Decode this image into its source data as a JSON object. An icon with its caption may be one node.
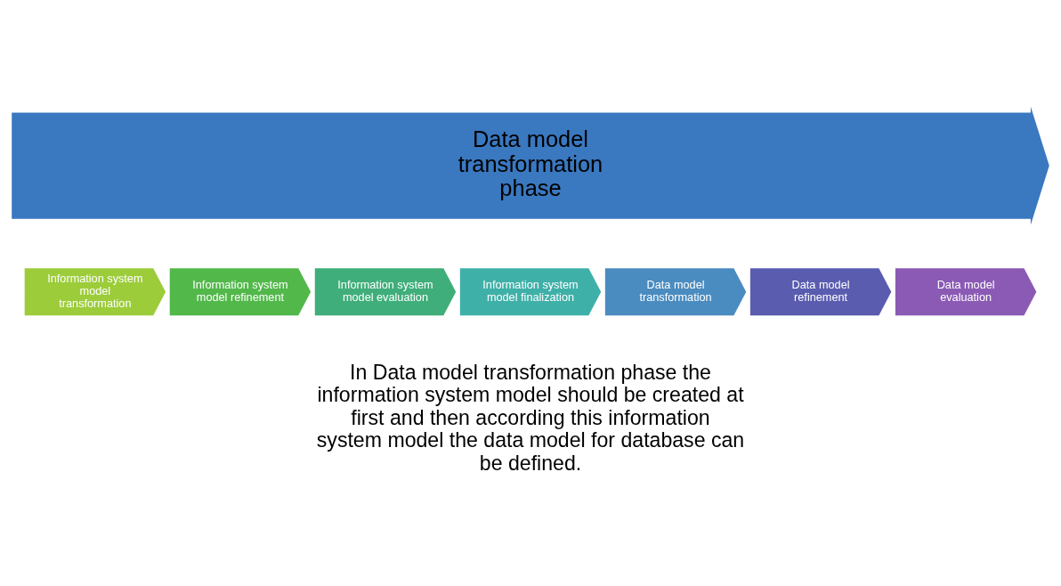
{
  "diagram": {
    "nodes": [
      {
        "text": [
          "Data model transformation phase"
        ]
      },
      {
        "text": [
          "Information system model transformation"
        ]
      },
      {
        "text": [
          "Information system model refinement"
        ]
      },
      {
        "text": [
          "Information system model evaluation"
        ]
      },
      {
        "text": [
          "Information system model finalization"
        ]
      },
      {
        "text": [
          "Data model transformation"
        ]
      },
      {
        "text": [
          "Data model refinement"
        ]
      },
      {
        "text": [
          "Data model evaluation"
        ]
      }
    ],
    "edges": [],
    "labels": [
      "In Data model transformation phase the information system model should be created at first and then according this information system model the data model for database can be defined."
    ]
  }
}
